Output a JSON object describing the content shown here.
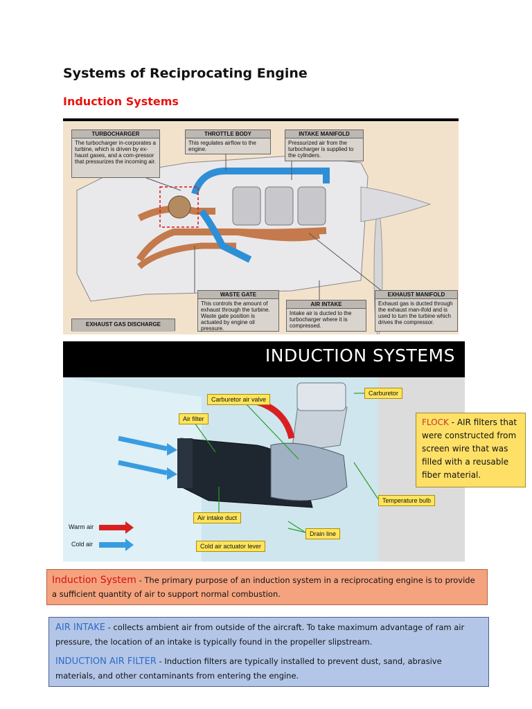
{
  "heading": "Systems of Reciprocating Engine",
  "subheading": "Induction Systems",
  "diagram1": {
    "turbocharger": {
      "title": "TURBOCHARGER",
      "body": "The turbocharger in-corporates a turbine, which is driven by ex-haust gases, and a com-pressor that pressurizes the incoming air."
    },
    "throttle_body": {
      "title": "THROTTLE BODY",
      "body": "This regulates airflow to the engine."
    },
    "intake_manifold": {
      "title": "INTAKE MANIFOLD",
      "body": "Pressurized air from the turbocharger is supplied to the cylinders."
    },
    "waste_gate": {
      "title": "WASTE GATE",
      "body": "This controls the amount of exhaust through the turbine. Waste gate position is actuated by engine oil pressure."
    },
    "air_intake": {
      "title": "AIR INTAKE",
      "body": "Intake air is ducted to the turbocharger where it is compressed."
    },
    "exhaust_manifold": {
      "title": "EXHAUST MANIFOLD",
      "body": "Exhaust gas is ducted through the exhaust man-ifold and is used to turn the turbine which drives the compressor."
    },
    "exhaust_discharge": "EXHAUST GAS DISCHARGE"
  },
  "diagram2": {
    "title": "INDUCTION SYSTEMS",
    "labels": {
      "carburetor_air_valve": "Carburetor air valve",
      "carburetor": "Carburetor",
      "air_filter": "Air filter",
      "temperature_bulb": "Temperature bulb",
      "air_intake_duct": "Air intake duct",
      "drain_line": "Drain line",
      "cold_air_actuator_lever": "Cold air actuator lever"
    },
    "legend": {
      "warm": "Warm air",
      "cold": "Cold air"
    }
  },
  "flock_note": {
    "term": "FLOCK",
    "text": " - AIR filters that were constructed from screen wire that was filled with a reusable fiber material."
  },
  "induction_system": {
    "term": "Induction System",
    "text": " - The primary purpose of an induction system in a reciprocating engine is to provide a sufficient quantity of air to support normal combustion."
  },
  "air_intake": {
    "term": "AIR INTAKE",
    "text": " - collects ambient air from outside of the aircraft. To take maximum advantage of ram air pressure, the location of an intake is typically found in the propeller slipstream."
  },
  "induction_air_filter": {
    "term": "INDUCTION AIR FILTER",
    "text": " - Induction filters are typically installed to prevent dust, sand, abrasive materials, and other contaminants from entering the engine."
  },
  "colors": {
    "heading_red": "#e8120c",
    "orange_box": "#f5a37f",
    "blue_box": "#b4c6e7",
    "note_yellow": "#ffe067",
    "duct_blue": "#2f8fd6",
    "exhaust_copper": "#c47a4c"
  }
}
